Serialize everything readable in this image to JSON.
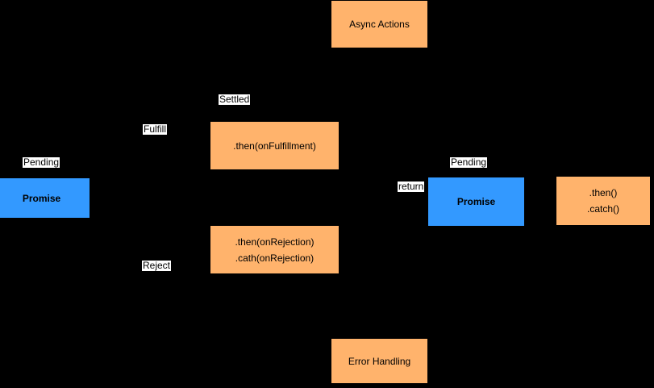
{
  "diagram": {
    "colors": {
      "background": "#000000",
      "node_orange": "#ffb36c",
      "node_blue": "#3399ff",
      "label_background": "#ffffff",
      "text": "#000000"
    },
    "nodes": {
      "async_actions": {
        "label": "Async Actions"
      },
      "then_fulfillment": {
        "label": ".then(onFulfillment)"
      },
      "promise_left": {
        "label": "Promise"
      },
      "then_rejection": {
        "lines": [
          ".then(onRejection)",
          ".cath(onRejection)"
        ]
      },
      "promise_right": {
        "label": "Promise"
      },
      "then_catch": {
        "lines": [
          ".then()",
          ".catch()"
        ]
      },
      "error_handling": {
        "label": "Error Handling"
      }
    },
    "edge_labels": {
      "settled": "Settled",
      "fulfill": "Fulfill",
      "pending_left": "Pending",
      "reject": "Reject",
      "pending_right": "Pending",
      "return": "return"
    }
  }
}
